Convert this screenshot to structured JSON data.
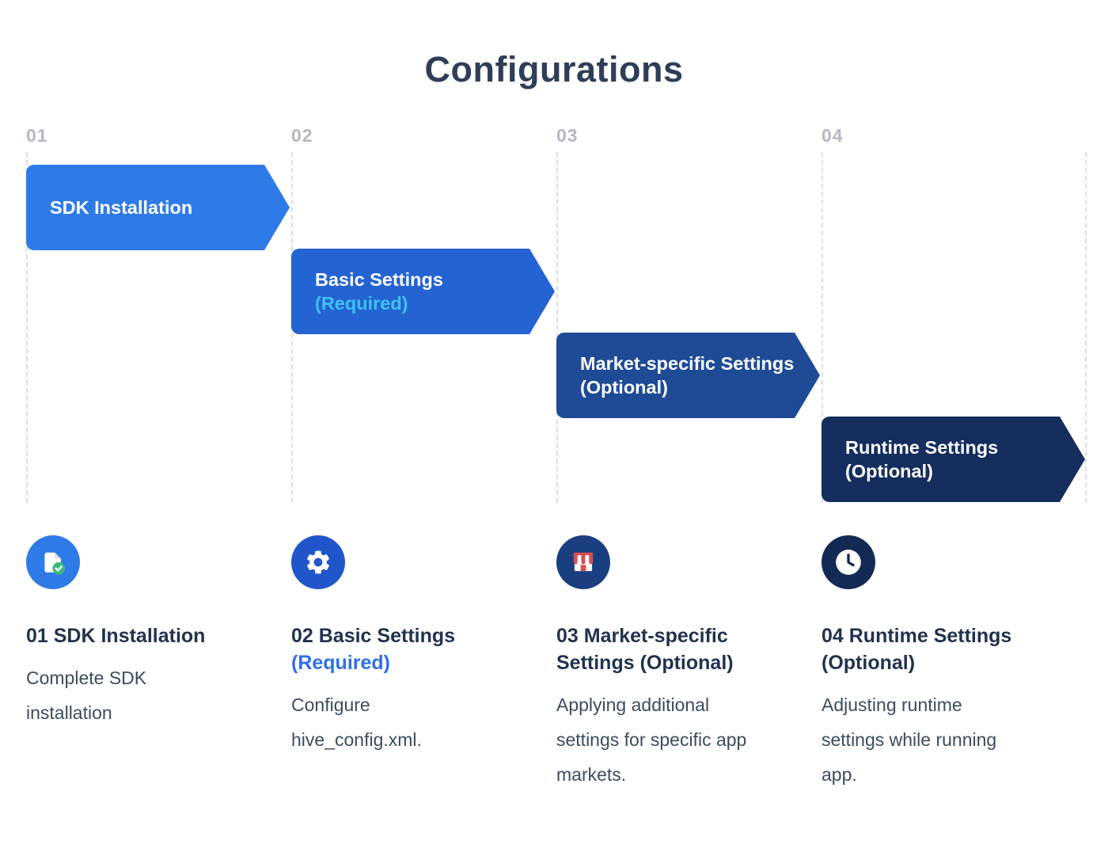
{
  "title": "Configurations",
  "colors": {
    "banner_subtitle_accent": "#3FC3F2",
    "heading_accent": "#2F6FE4",
    "check_badge_green": "#3BBA7A",
    "storefront_red": "#D94F4F",
    "guide_gray": "#DADEE4",
    "number_gray": "#B1B9C4"
  },
  "steps": [
    {
      "number": "01",
      "banner": {
        "title": "SDK Installation"
      },
      "icon": "document-check-icon",
      "heading": "01 SDK Installation",
      "description": "Complete SDK installation",
      "banner_color": "#2E7BE8",
      "icon_color": "#2E7BE8"
    },
    {
      "number": "02",
      "banner": {
        "title": "Basic Settings",
        "subtitle": "(Required)"
      },
      "icon": "gear-icon",
      "heading": "02 Basic Settings",
      "heading_accent": "(Required)",
      "description": "Configure hive_config.xml.",
      "banner_color": "#2463D2",
      "icon_color": "#2156CB"
    },
    {
      "number": "03",
      "banner": {
        "title": "Market-specific Settings",
        "subtitle": "(Optional)"
      },
      "icon": "storefront-icon",
      "heading": "03 Market-specific Settings (Optional)",
      "description": "Applying additional settings for specific app markets.",
      "banner_color": "#1E4A96",
      "icon_color": "#1A3F80"
    },
    {
      "number": "04",
      "banner": {
        "title": "Runtime Settings",
        "subtitle": "(Optional)"
      },
      "icon": "clock-icon",
      "heading": "04 Runtime Settings (Optional)",
      "description": "Adjusting runtime settings while running app.",
      "banner_color": "#152E5E",
      "icon_color": "#132A54"
    }
  ]
}
